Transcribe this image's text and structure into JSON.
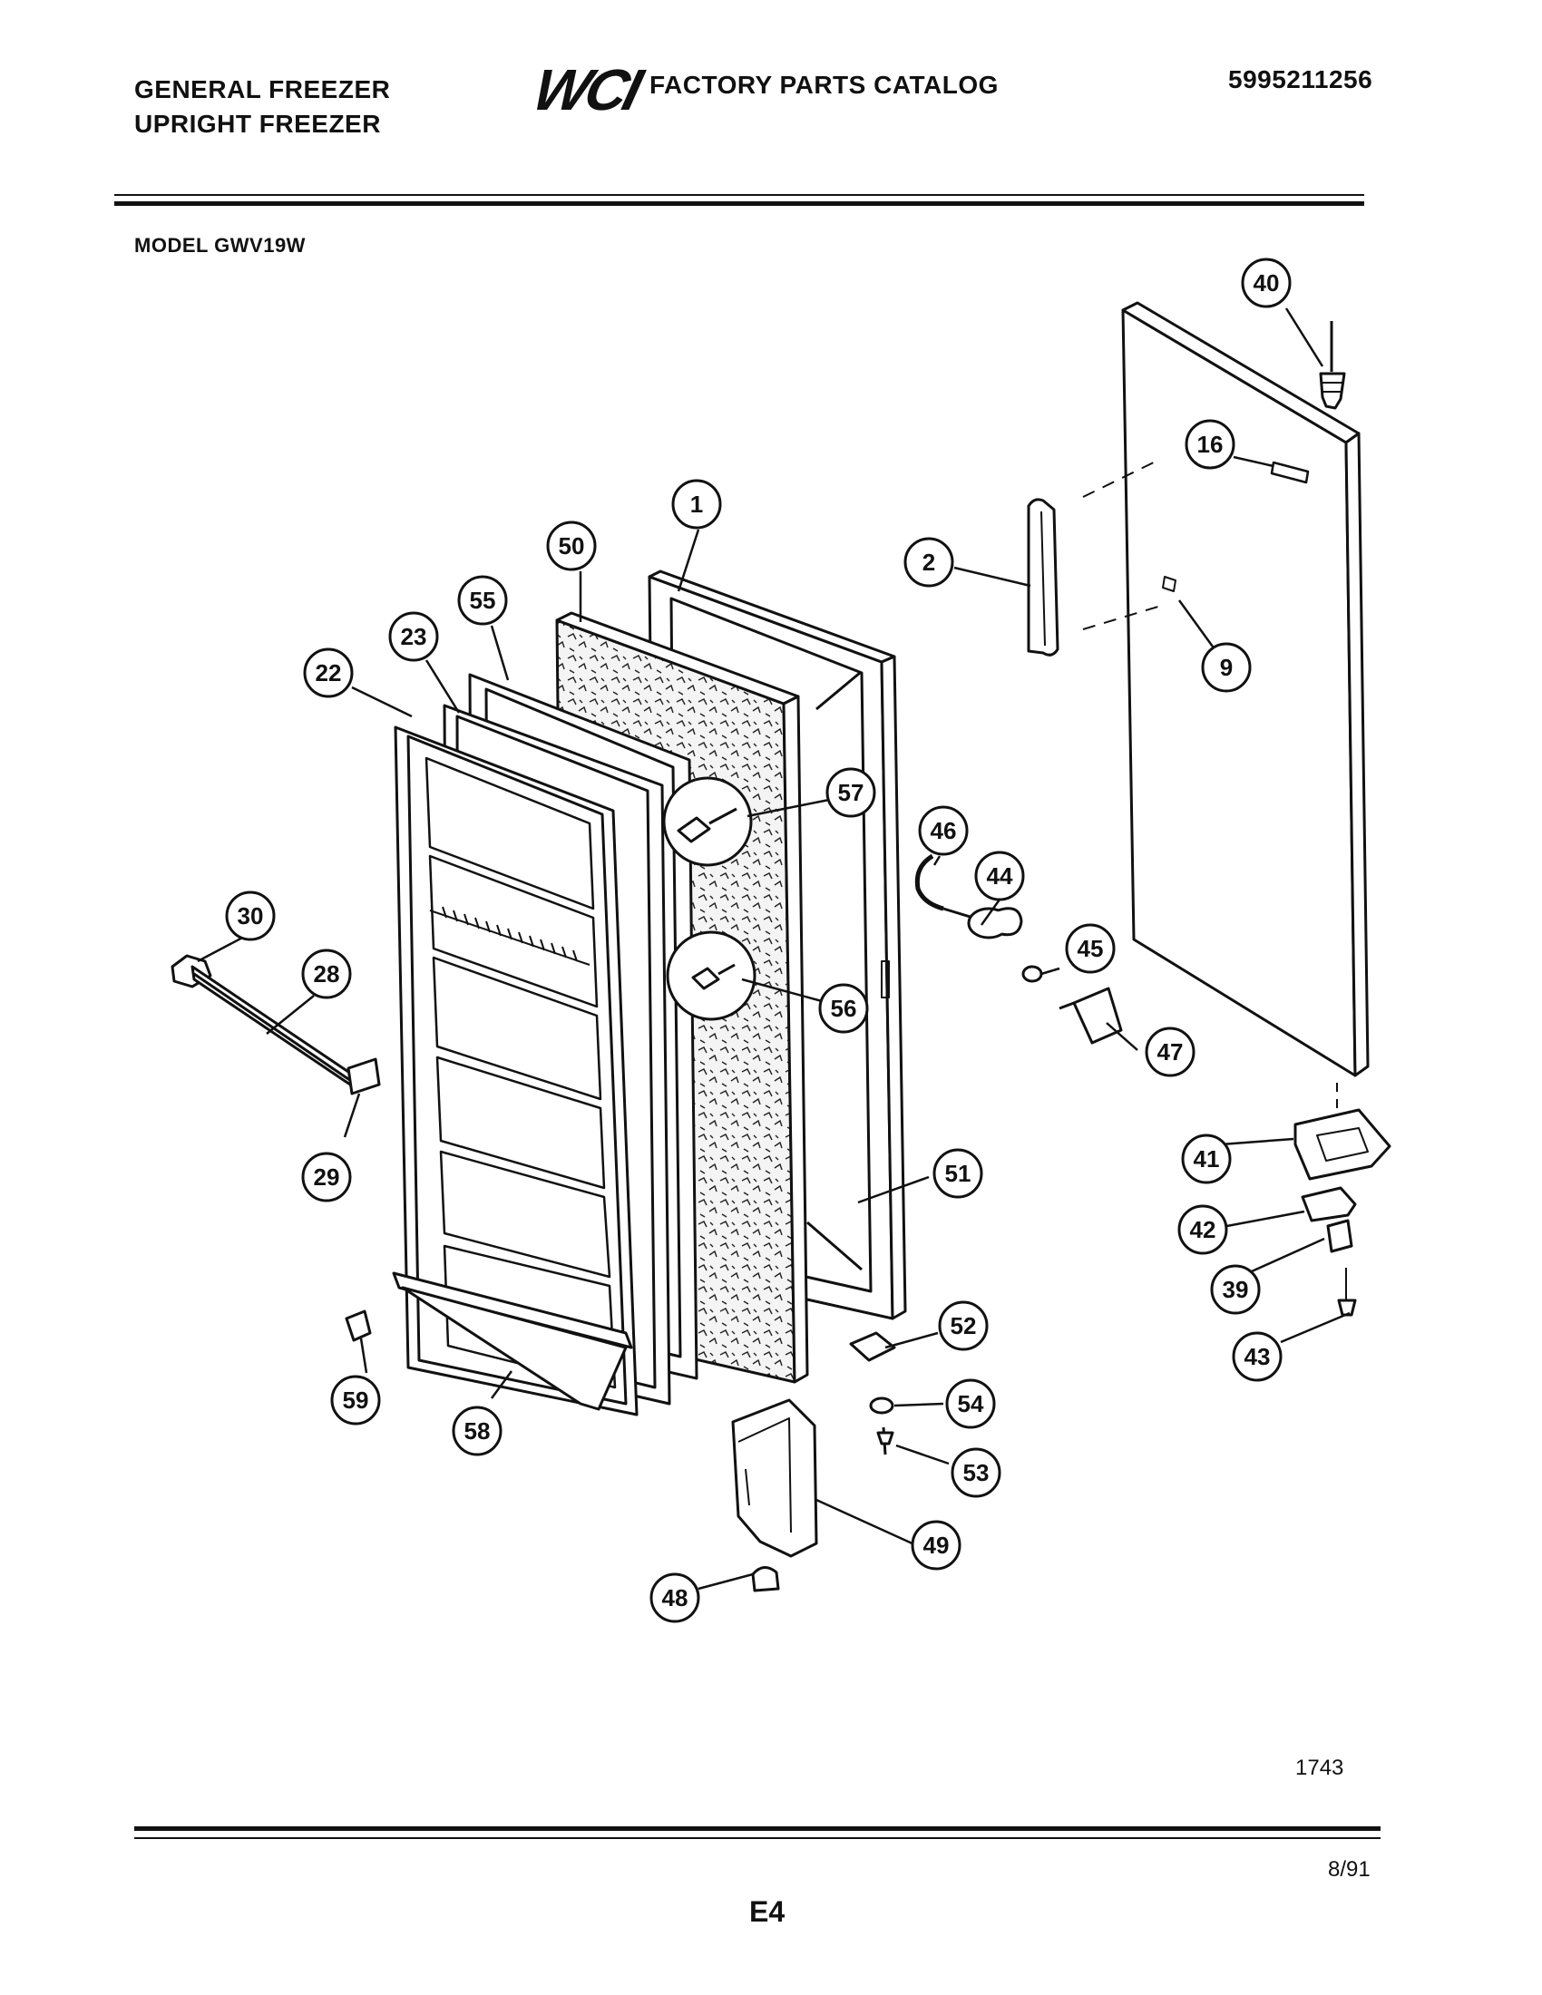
{
  "header": {
    "brand_line1": "GENERAL FREEZER",
    "brand_line2": "UPRIGHT FREEZER",
    "logo": "WCI",
    "catalog_title": "FACTORY PARTS CATALOG",
    "part_number": "5995211256"
  },
  "model": "MODEL GWV19W",
  "footer": {
    "drawing_number": "1743",
    "date": "8/91",
    "page": "E4"
  },
  "callouts": [
    {
      "id": "c40",
      "label": "40"
    },
    {
      "id": "c16",
      "label": "16"
    },
    {
      "id": "c1",
      "label": "1"
    },
    {
      "id": "c50",
      "label": "50"
    },
    {
      "id": "c2",
      "label": "2"
    },
    {
      "id": "c55",
      "label": "55"
    },
    {
      "id": "c23",
      "label": "23"
    },
    {
      "id": "c9",
      "label": "9"
    },
    {
      "id": "c22",
      "label": "22"
    },
    {
      "id": "c57",
      "label": "57"
    },
    {
      "id": "c46",
      "label": "46"
    },
    {
      "id": "c44",
      "label": "44"
    },
    {
      "id": "c30",
      "label": "30"
    },
    {
      "id": "c45",
      "label": "45"
    },
    {
      "id": "c28",
      "label": "28"
    },
    {
      "id": "c56",
      "label": "56"
    },
    {
      "id": "c47",
      "label": "47"
    },
    {
      "id": "c41",
      "label": "41"
    },
    {
      "id": "c51",
      "label": "51"
    },
    {
      "id": "c29",
      "label": "29"
    },
    {
      "id": "c42",
      "label": "42"
    },
    {
      "id": "c39",
      "label": "39"
    },
    {
      "id": "c52",
      "label": "52"
    },
    {
      "id": "c43",
      "label": "43"
    },
    {
      "id": "c59",
      "label": "59"
    },
    {
      "id": "c54",
      "label": "54"
    },
    {
      "id": "c58",
      "label": "58"
    },
    {
      "id": "c53",
      "label": "53"
    },
    {
      "id": "c49",
      "label": "49"
    },
    {
      "id": "c48",
      "label": "48"
    }
  ]
}
